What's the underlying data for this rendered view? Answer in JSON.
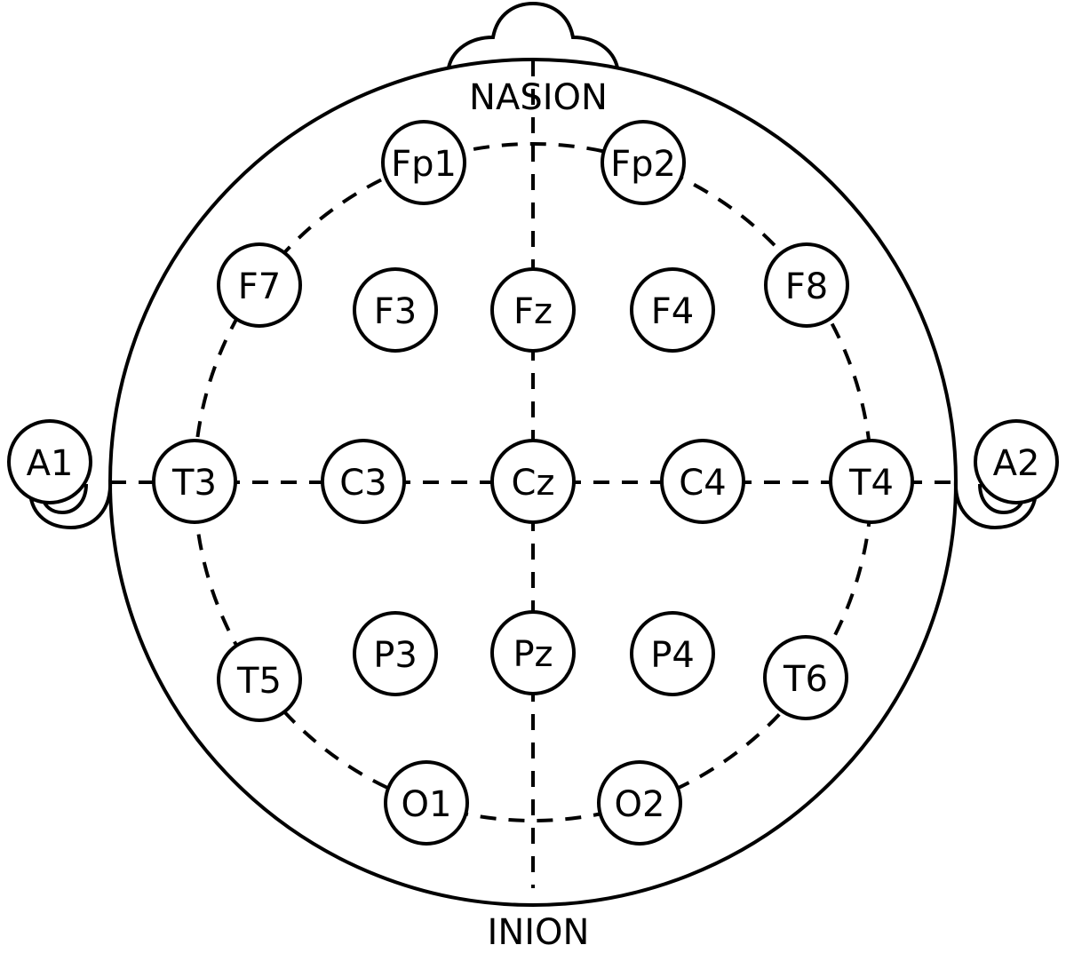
{
  "title": "10-20 EEG electrode placement",
  "landmarks": {
    "nasion": "NASION",
    "inion": "INION"
  },
  "electrodes": {
    "Fp1": "Fp1",
    "Fp2": "Fp2",
    "F7": "F7",
    "F3": "F3",
    "Fz": "Fz",
    "F4": "F4",
    "F8": "F8",
    "A1": "A1",
    "T3": "T3",
    "C3": "C3",
    "Cz": "Cz",
    "C4": "C4",
    "T4": "T4",
    "A2": "A2",
    "T5": "T5",
    "P3": "P3",
    "Pz": "Pz",
    "P4": "P4",
    "T6": "T6",
    "O1": "O1",
    "O2": "O2"
  }
}
